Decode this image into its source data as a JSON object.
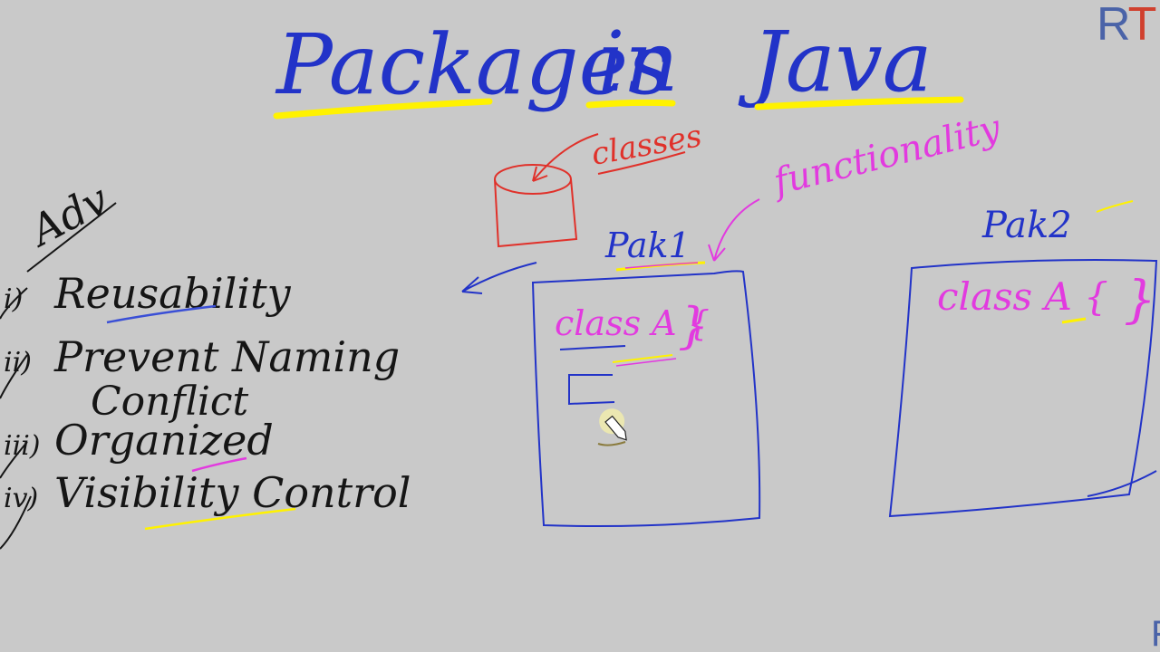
{
  "title": {
    "word1": "Packages",
    "word2": "in",
    "word3": "Java"
  },
  "brand": {
    "r": "R",
    "t": "T",
    "corner": "F"
  },
  "advantages": {
    "heading": "Adv",
    "items": [
      {
        "numeral": "i)",
        "text": "Reusability"
      },
      {
        "numeral": "ii)",
        "text": "Prevent Naming"
      },
      {
        "numeral": "",
        "text": "Conflict"
      },
      {
        "numeral": "iii)",
        "text": "Organized"
      },
      {
        "numeral": "iv)",
        "text": "Visibility Control"
      }
    ]
  },
  "diagram": {
    "cylinder_label": "classes",
    "functionality_label": "functionality",
    "package1": {
      "label": "Pak1",
      "code": "class A {",
      "brace": "}"
    },
    "package2": {
      "label": "Pak2",
      "code": "class A {",
      "brace": "}"
    }
  },
  "colors": {
    "board": "#c9c9c9",
    "blue_ink": "#2233c8",
    "red_ink": "#e0312a",
    "magenta_ink": "#e23adf",
    "yellow_highlight": "#fff200",
    "black_ink": "#151515"
  },
  "icons": {
    "pointer": "pencil-cursor-icon"
  }
}
